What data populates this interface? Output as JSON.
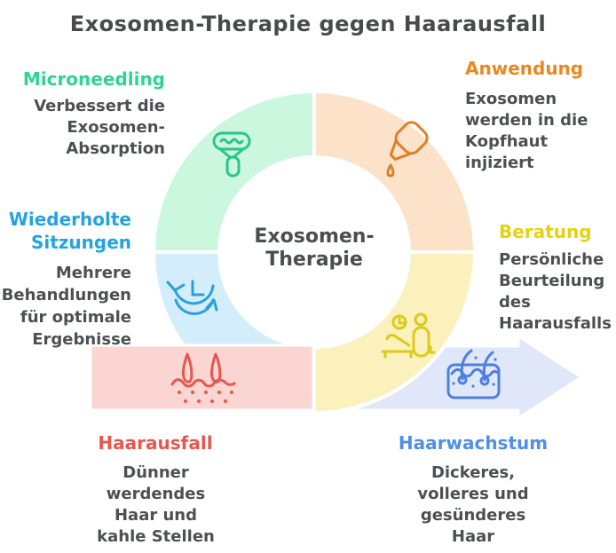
{
  "title": "Exosomen-Therapie gegen Haarausfall",
  "center": {
    "label": "Exosomen-Therapie"
  },
  "colors": {
    "title_text": "#474b4e",
    "body_text": "#4c5054",
    "background": "#ffffff"
  },
  "steps": [
    {
      "id": "microneedling",
      "label": "Microneedling",
      "description": "Verbessert die Exosomen-Absorption",
      "heading_color": "#2fd494",
      "segment_color": "#cbf7df",
      "icon": "derma-roller-icon",
      "icon_color": "#2bc489"
    },
    {
      "id": "anwendung",
      "label": "Anwendung",
      "description": "Exosomen werden in die Kopfhaut injiziert",
      "heading_color": "#ea8721",
      "segment_color": "#fbe2c8",
      "icon": "dropper-icon",
      "icon_color": "#dd7f2b"
    },
    {
      "id": "beratung",
      "label": "Beratung",
      "description": "Persönliche Beurteilung des Haarausfalls",
      "heading_color": "#e5d30e",
      "segment_color": "#faf1bc",
      "icon": "consultation-clock-icon",
      "icon_color": "#ddca19"
    },
    {
      "id": "wiederholte-sitzungen",
      "label": "Wiederholte Sitzungen",
      "description": "Mehrere Behandlungen für optimale Ergebnisse",
      "heading_color": "#23a3e0",
      "segment_color": "#d3edfb",
      "icon": "repeat-cycle-clock-icon",
      "icon_color": "#2aa0d8"
    },
    {
      "id": "haarausfall",
      "label": "Haarausfall",
      "description": "Dünner werdendes Haar und kahle Stellen",
      "heading_color": "#e9564b",
      "segment_color": "#fbd5d1",
      "icon": "hair-follicle-loss-icon",
      "icon_color": "#e4584e"
    },
    {
      "id": "haarwachstum",
      "label": "Haarwachstum",
      "description": "Dickeres, volleres und gesünderes Haar",
      "heading_color": "#4f8fe8",
      "segment_color": "#dfe7f9",
      "icon": "hair-growth-skin-icon",
      "icon_color": "#4d7fe3"
    }
  ]
}
